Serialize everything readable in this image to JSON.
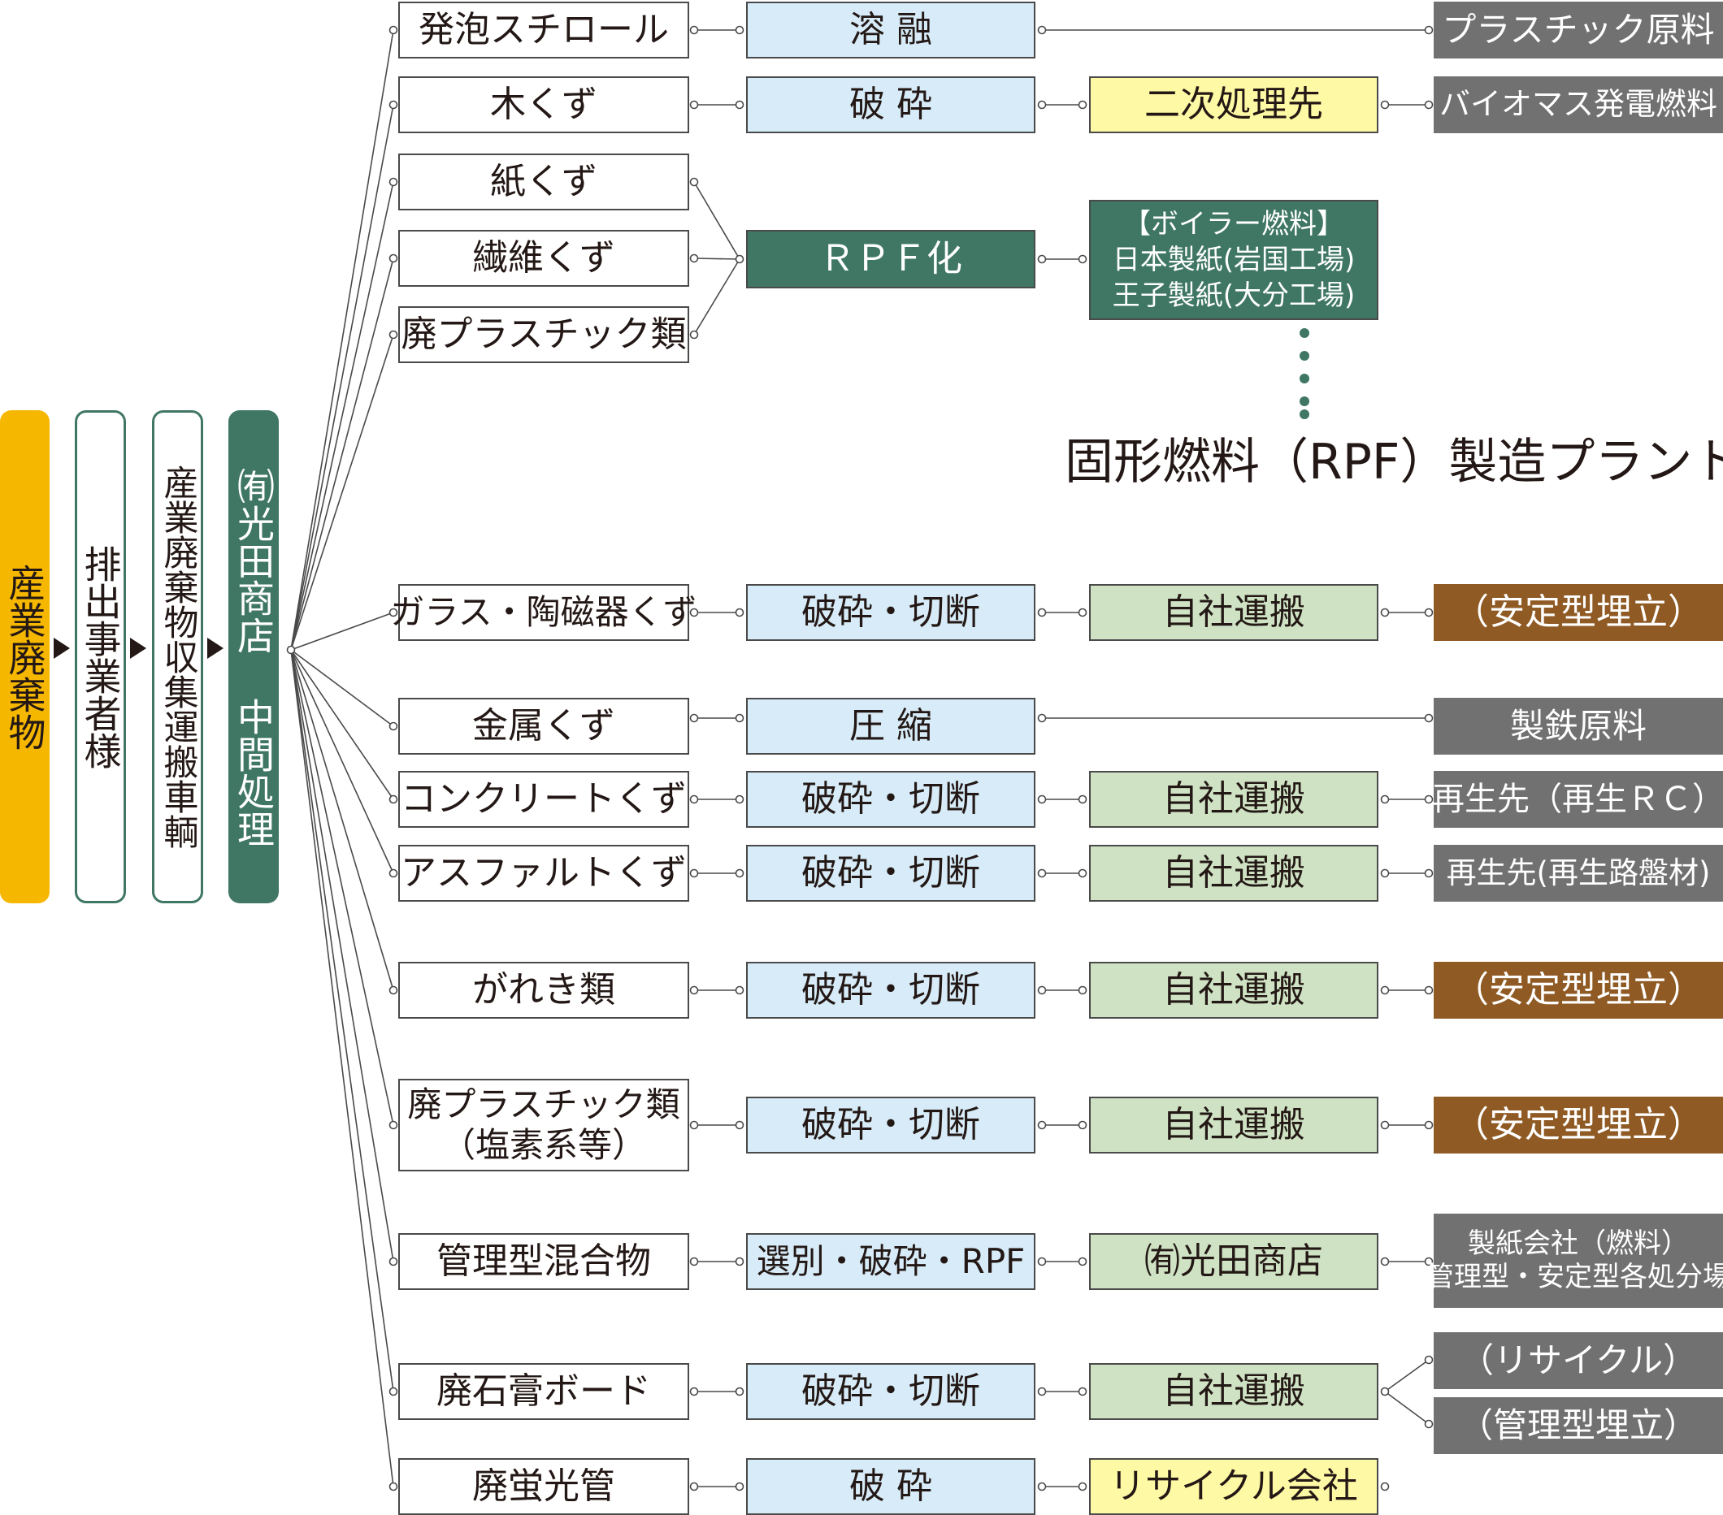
{
  "flow_header": [
    {
      "label": "産業廃棄物",
      "bg": "#f6b700",
      "fg": "#231815",
      "border": "none"
    },
    {
      "label": "排出事業者様",
      "bg": "#ffffff",
      "fg": "#231815",
      "border": "#3f7764"
    },
    {
      "label": "産業廃棄物収集運搬車輌",
      "bg": "#ffffff",
      "fg": "#231815",
      "border": "#3f7764"
    },
    {
      "label": "㈲光田商店 中間処理",
      "bg": "#3f7764",
      "fg": "#ffffff",
      "border": "none"
    }
  ],
  "waste_types": [
    "発泡スチロール",
    "木くず",
    "紙くず",
    "繊維くず",
    "廃プラスチック類",
    "ガラス・陶磁器くず",
    "金属くず",
    "コンクリートくず",
    "アスファルトくず",
    "がれき類",
    "廃プラスチック類（塩素系等）",
    "管理型混合物",
    "廃石膏ボード",
    "廃蛍光管"
  ],
  "waste_types_multiline": {
    "plastics_chlorine": [
      "廃プラスチック類",
      "（塩素系等）"
    ]
  },
  "processes": {
    "melt": "溶 融",
    "crush": "破 砕",
    "rpf": "ＲＰＦ化",
    "crush_cut": "破砕・切断",
    "compress": "圧 縮",
    "sort_crush_rpf": "選別・破砕・RPF",
    "crush2": "破 砕"
  },
  "destinations": {
    "secondary": "二次処理先",
    "boiler_fuel": [
      "【ボイラー燃料】",
      "日本製紙(岩国工場)",
      "王子製紙(大分工場)"
    ],
    "own_transport": "自社運搬",
    "mitsuda": "㈲光田商店",
    "recycle_company": "リサイクル会社"
  },
  "finals": {
    "plastic_raw": "プラスチック原料",
    "biomass": "バイオマス発電燃料",
    "stable_landfill": "（安定型埋立）",
    "steel_raw": "製鉄原料",
    "recycled_rc": "再生先（再生ＲＣ）",
    "recycled_road": "再生先(再生路盤材)",
    "paper_company": [
      "製紙会社（燃料）",
      "管理型・安定型各処分場"
    ],
    "recycle": "（リサイクル）",
    "managed_landfill": "（管理型埋立）"
  },
  "plant_label": "固形燃料（RPF）製造プラント",
  "colors": {
    "yellow": "#f6b700",
    "dark_green": "#3f7764",
    "light_blue": "#d7ecf8",
    "light_green": "#cfe3c4",
    "light_yellow": "#fef9a4",
    "gray": "#717171",
    "brown": "#8f5a23"
  }
}
